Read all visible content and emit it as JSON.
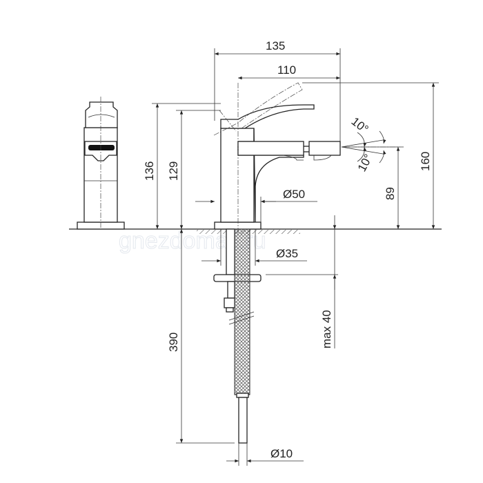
{
  "watermark": "gnezdomail.ru",
  "dimensions": {
    "width_total": "135",
    "spout_reach": "110",
    "height_total": "160",
    "spout_height": "89",
    "side_height": "136",
    "lever_height": "129",
    "base_diameter": "Ø50",
    "shank_diameter": "Ø35",
    "max_deck_thickness": "max 40",
    "hose_length": "390",
    "hose_diameter": "Ø10",
    "spray_angle_up": "10°",
    "spray_angle_down": "10°"
  }
}
